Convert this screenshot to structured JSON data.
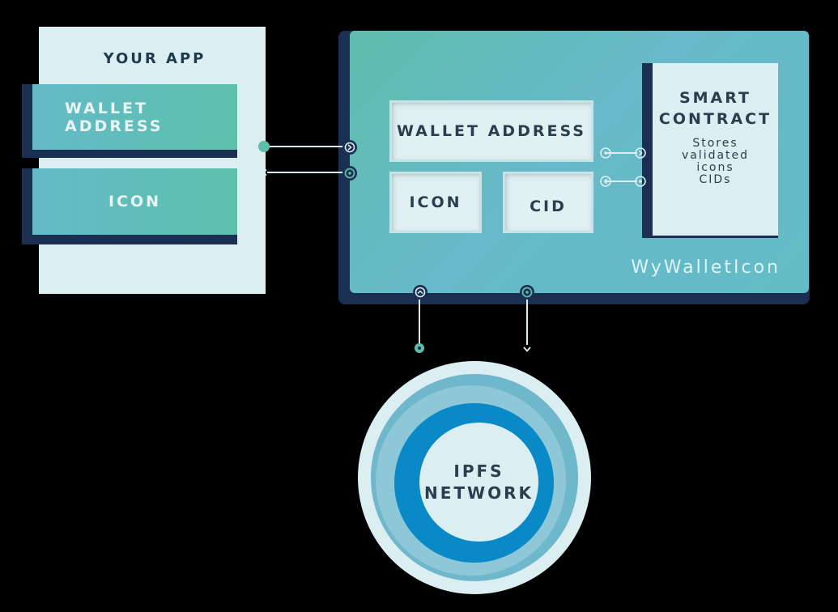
{
  "your_app": {
    "title": "YOUR APP",
    "wallet_address": "WALLET ADDRESS",
    "icon": "ICON"
  },
  "wywalleticon": {
    "brand": "WyWalletIcon",
    "wallet_address": "WALLET ADDRESS",
    "icon": "ICON",
    "cid": "CID"
  },
  "smart_contract": {
    "title_line1": "SMART",
    "title_line2": "CONTRACT",
    "desc_line1": "Stores",
    "desc_line2": "validated",
    "desc_line3": "icons",
    "desc_line4": "CIDs"
  },
  "ipfs": {
    "line1": "IPFS",
    "line2": "NETWORK"
  },
  "colors": {
    "navy": "#1a2f52",
    "teal": "#5dbdab",
    "light": "#dbeef2",
    "ipfs_blue": "#0a89c7"
  }
}
